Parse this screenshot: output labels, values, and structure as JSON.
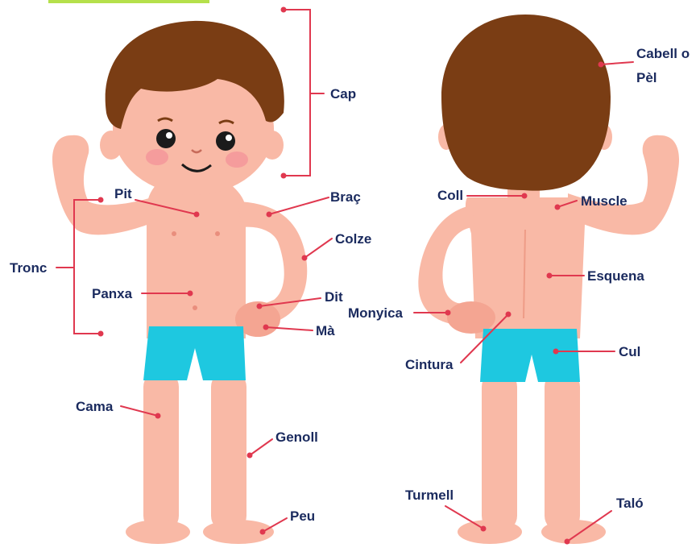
{
  "colors": {
    "skin": "#f9b9a6",
    "hair": "#7a3d14",
    "shorts": "#1ec8e0",
    "pointer": "#e0384f",
    "label_text": "#1a2a5e",
    "top_accent": "#b5e04b"
  },
  "labels": {
    "cap": "Cap",
    "pit": "Pit",
    "brac": "Braç",
    "colze": "Colze",
    "tronc": "Tronc",
    "panxa": "Panxa",
    "dit": "Dit",
    "ma": "Mà",
    "cama": "Cama",
    "genoll": "Genoll",
    "peu": "Peu",
    "cabell_line1": "Cabell o",
    "cabell_line2": "Pèl",
    "coll": "Coll",
    "muscle": "Muscle",
    "esquena": "Esquena",
    "monyica": "Monyica",
    "cul": "Cul",
    "cintura": "Cintura",
    "turmell": "Turmell",
    "talo": "Taló"
  }
}
